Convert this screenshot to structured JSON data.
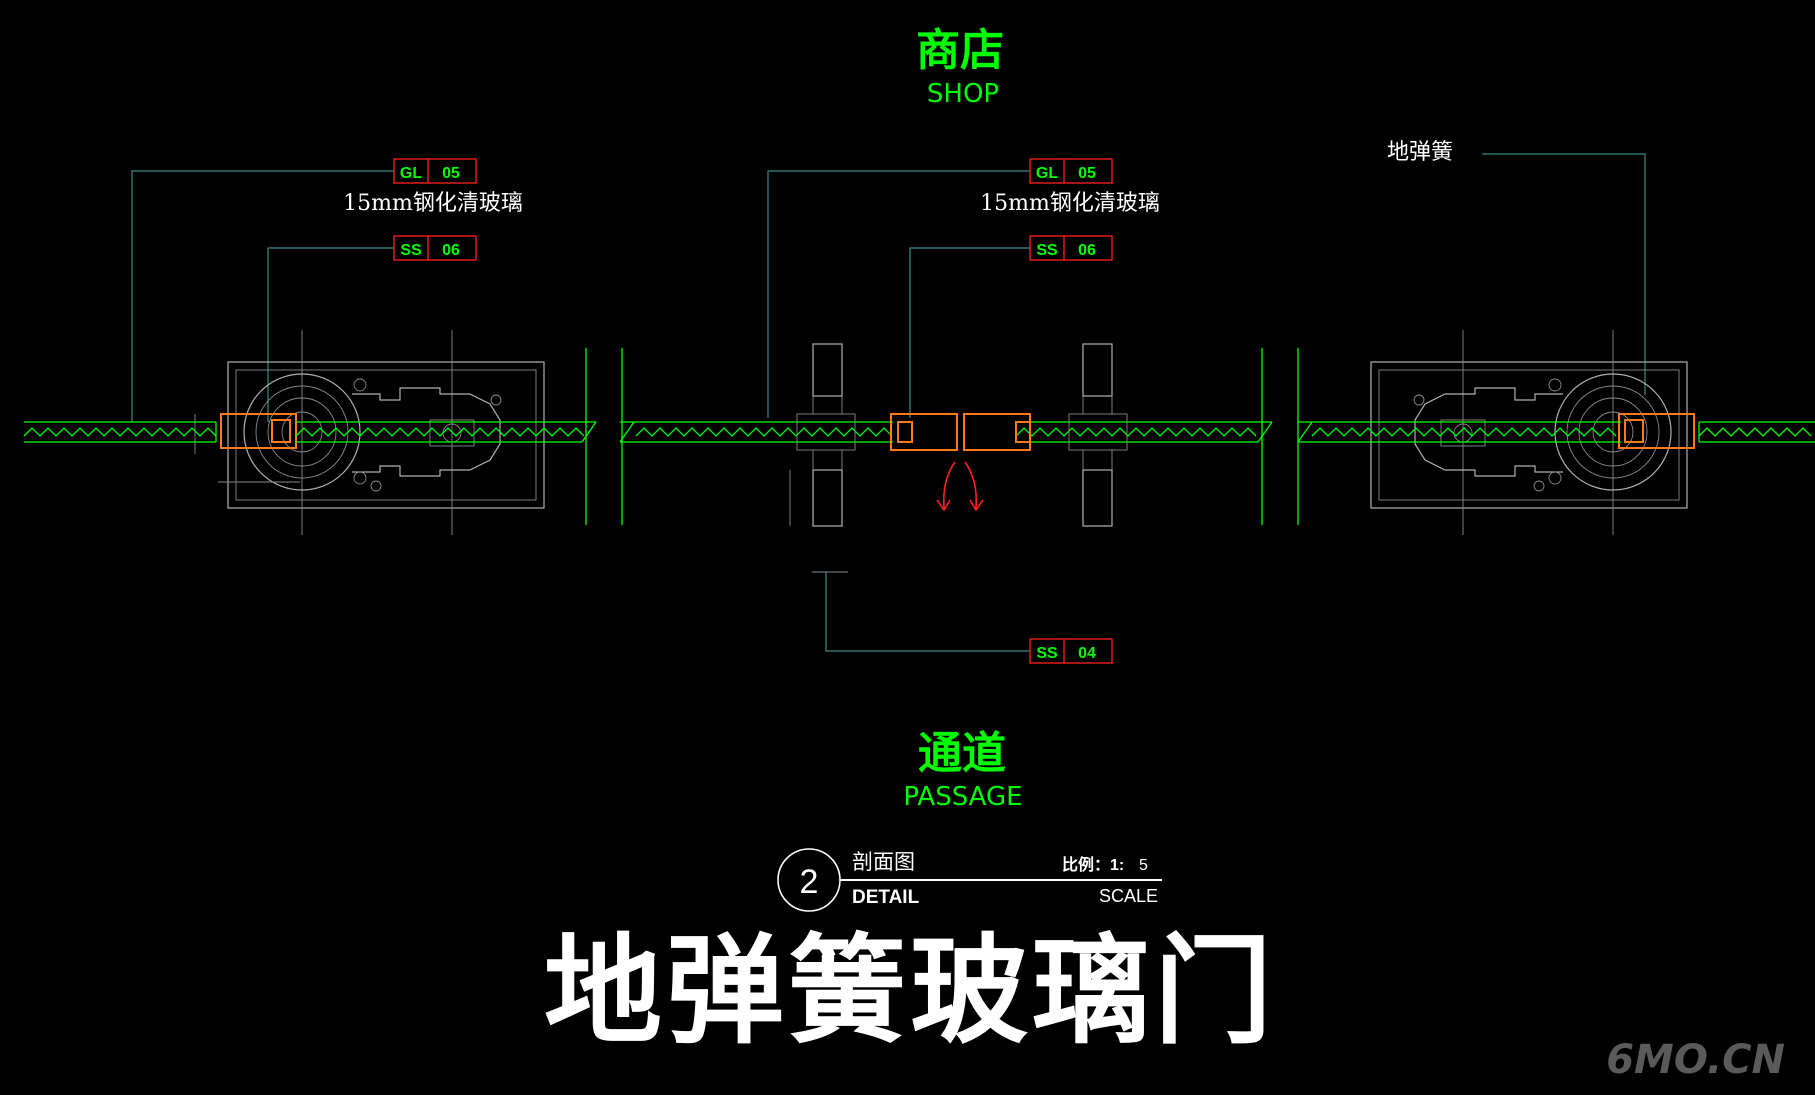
{
  "top_zone": {
    "title_cn": "商店",
    "title_en": "SHOP"
  },
  "bottom_zone": {
    "title_cn": "通道",
    "title_en": "PASSAGE"
  },
  "labels": {
    "glass_left": "15mm钢化清玻璃",
    "glass_mid": "15mm钢化清玻璃",
    "floor_spring": "地弹簧"
  },
  "tags": [
    {
      "code": "GL",
      "num": "05"
    },
    {
      "code": "SS",
      "num": "06"
    },
    {
      "code": "GL",
      "num": "05"
    },
    {
      "code": "SS",
      "num": "06"
    },
    {
      "code": "SS",
      "num": "04"
    }
  ],
  "detail": {
    "number": "2",
    "name_cn": "剖面图",
    "name_en": "DETAIL",
    "scale_label_cn": "比例：1:",
    "scale_value": "5",
    "scale_en": "SCALE"
  },
  "main_title": "地弹簧玻璃门",
  "watermark": "6MO.CN",
  "colors": {
    "accent_green": "#00ff00",
    "tag_red": "#ff2020",
    "frame_orange": "#ff7a1a"
  }
}
